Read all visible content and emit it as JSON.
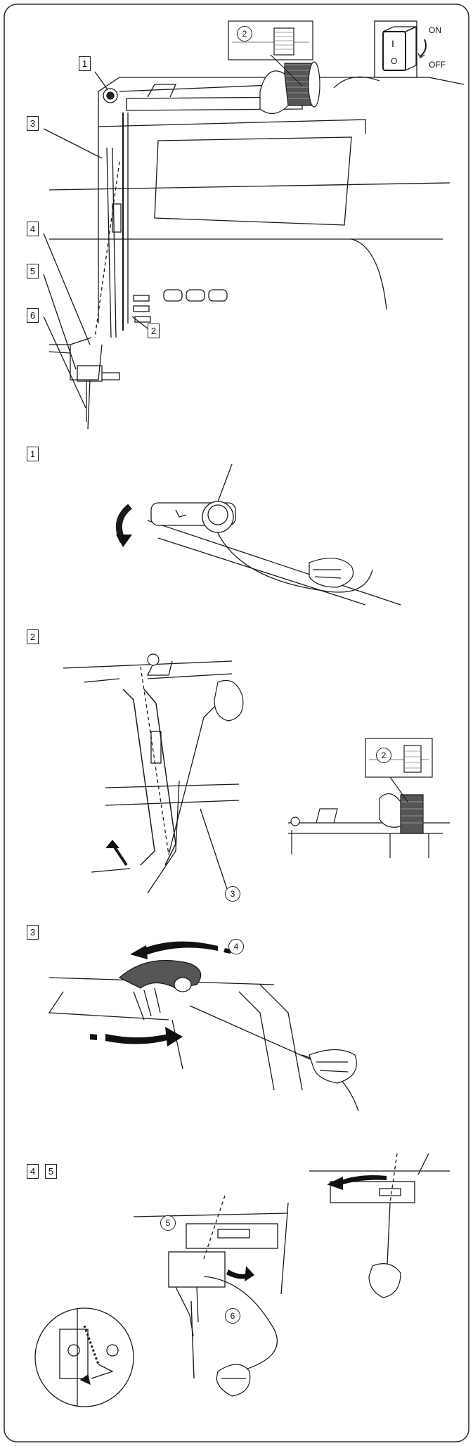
{
  "overview": {
    "callouts": [
      "1",
      "2",
      "3",
      "4",
      "5",
      "6"
    ],
    "inset_spool_marker": "2",
    "switch": {
      "on_label": "ON",
      "off_label": "OFF",
      "on_glyph": "I",
      "off_glyph": "O"
    }
  },
  "steps": [
    {
      "label": "1"
    },
    {
      "label": "2",
      "markers": [
        "2",
        "3"
      ]
    },
    {
      "label": "3",
      "markers": [
        "4"
      ]
    },
    {
      "labels": [
        "4",
        "5"
      ],
      "markers": [
        "5",
        "6"
      ]
    }
  ],
  "icons": [
    "spool-icon",
    "power-switch-icon",
    "tension-dial-icon",
    "take-up-lever-icon",
    "needle-icon",
    "hand-icon",
    "arrow-icon"
  ],
  "colors": {
    "line": "#1a1a1a",
    "paper": "#ffffff",
    "frame": "#333333"
  }
}
